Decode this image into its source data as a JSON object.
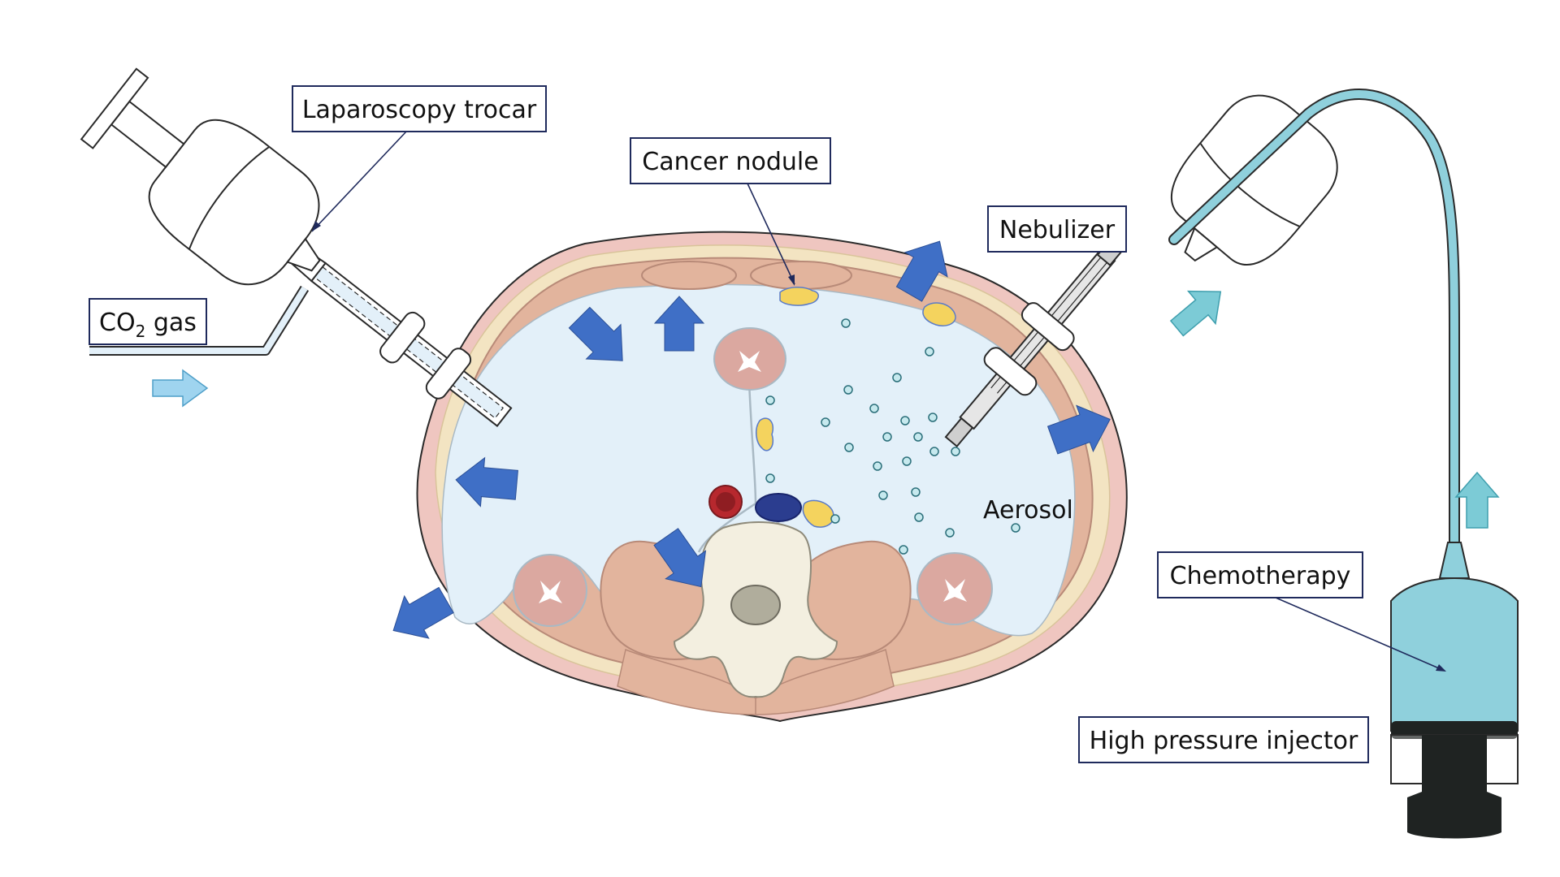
{
  "labels": {
    "trocar": "Laparoscopy trocar",
    "co2_main": "CO",
    "co2_sub": "2",
    "co2_rest": " gas",
    "nodule": "Cancer nodule",
    "nebulizer": "Nebulizer",
    "aerosol": "Aerosol",
    "chemotherapy": "Chemotherapy",
    "injector": "High pressure injector"
  },
  "colors": {
    "cavity": "#e3f0f9",
    "skin_outer": "#efc6c0",
    "fat_layer": "#f3e4c2",
    "muscle": "#e2b49d",
    "muscle_edge": "#b88a78",
    "gut": "#dba8a0",
    "nodule": "#f4d35e",
    "aorta": "#b7282e",
    "vein": "#2b3d8f",
    "bone": "#f3efe0",
    "disc": "#b0ad9c",
    "pressure_arrow": "#3f6fc6",
    "flow_arrow": "#7ccbd6",
    "co2_arrow": "#9fd4ef",
    "tube": "#8fd0dc",
    "injector_base": "#1f2322",
    "droplet": "#c6e9ee"
  }
}
